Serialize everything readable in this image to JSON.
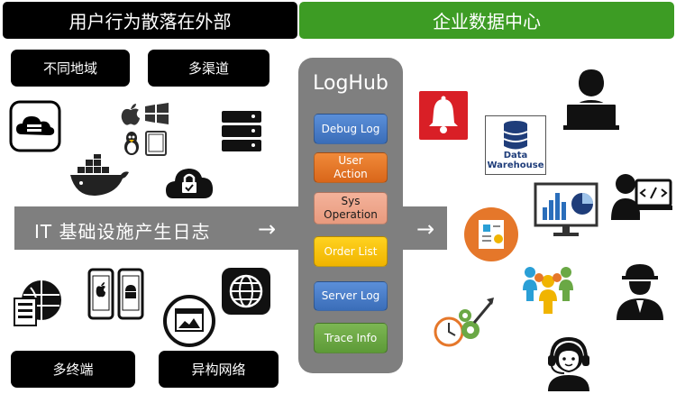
{
  "header": {
    "left_title": "用户行为散落在外部",
    "right_title": "企业数据中心"
  },
  "tags": {
    "region": "不同地域",
    "channels": "多渠道",
    "terminals": "多终端",
    "networks": "异构网络"
  },
  "band": {
    "text": "IT 基础设施产生日志",
    "arrow": "→"
  },
  "loghub": {
    "title": "LogHub",
    "buttons": [
      {
        "label": "Debug Log",
        "color": "#4a7fcc"
      },
      {
        "label": "User\nAction",
        "color": "#e5772a"
      },
      {
        "label": "Sys\nOperation",
        "color": "#f0a68c"
      },
      {
        "label": "Order List",
        "color": "#f7c400"
      },
      {
        "label": "Server Log",
        "color": "#4a7fcc"
      },
      {
        "label": "Trace Info",
        "color": "#6aa845"
      }
    ]
  },
  "warehouse": {
    "line1": "Data",
    "line2": "Warehouse"
  },
  "icons": {
    "left": [
      "cloud-server-icon",
      "apple-icon",
      "windows-icon",
      "linux-icon",
      "tablet-icon",
      "server-icon",
      "docker-icon",
      "cloud-lock-icon",
      "browser-server-icon",
      "mobile-phones-icon",
      "browser-window-icon",
      "globe-icon"
    ],
    "right": [
      "alarm-bell-icon",
      "data-warehouse-icon",
      "user-laptop-icon",
      "dashboard-monitor-icon",
      "developer-icon",
      "report-icon",
      "team-icon",
      "engineer-icon",
      "gears-icon",
      "support-agent-icon"
    ]
  }
}
